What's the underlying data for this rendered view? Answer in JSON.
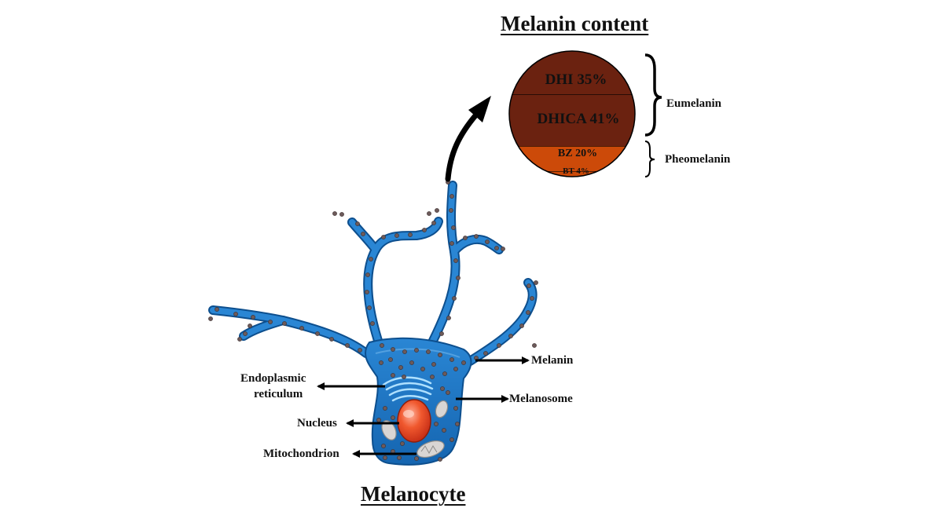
{
  "titles": {
    "melanin_content": "Melanin content",
    "melanocyte": "Melanocyte"
  },
  "pie": {
    "segments": [
      {
        "label": "DHI 35%",
        "value": 35,
        "color": "#6b2210"
      },
      {
        "label": "DHICA 41%",
        "value": 41,
        "color": "#6b2210"
      },
      {
        "label": "BZ 20%",
        "value": 20,
        "color": "#cc4a09"
      },
      {
        "label": "BT 4%",
        "value": 4,
        "color": "#cc4a09"
      }
    ],
    "groups": [
      {
        "label": "Eumelanin"
      },
      {
        "label": "Pheomelanin"
      }
    ]
  },
  "cell_labels": {
    "melanin": "Melanin",
    "melanosome": "Melanosome",
    "endoplasmic_reticulum_line1": "Endoplasmic",
    "endoplasmic_reticulum_line2": "reticulum",
    "nucleus": "Nucleus",
    "mitochondrion": "Mitochondrion"
  },
  "colors": {
    "cell_body": "#1e78c6",
    "cell_outline": "#0d4f8e",
    "nucleus": "#e8442a",
    "granule": "#6d5a5a",
    "mitochondria": "#d9d6d4"
  }
}
